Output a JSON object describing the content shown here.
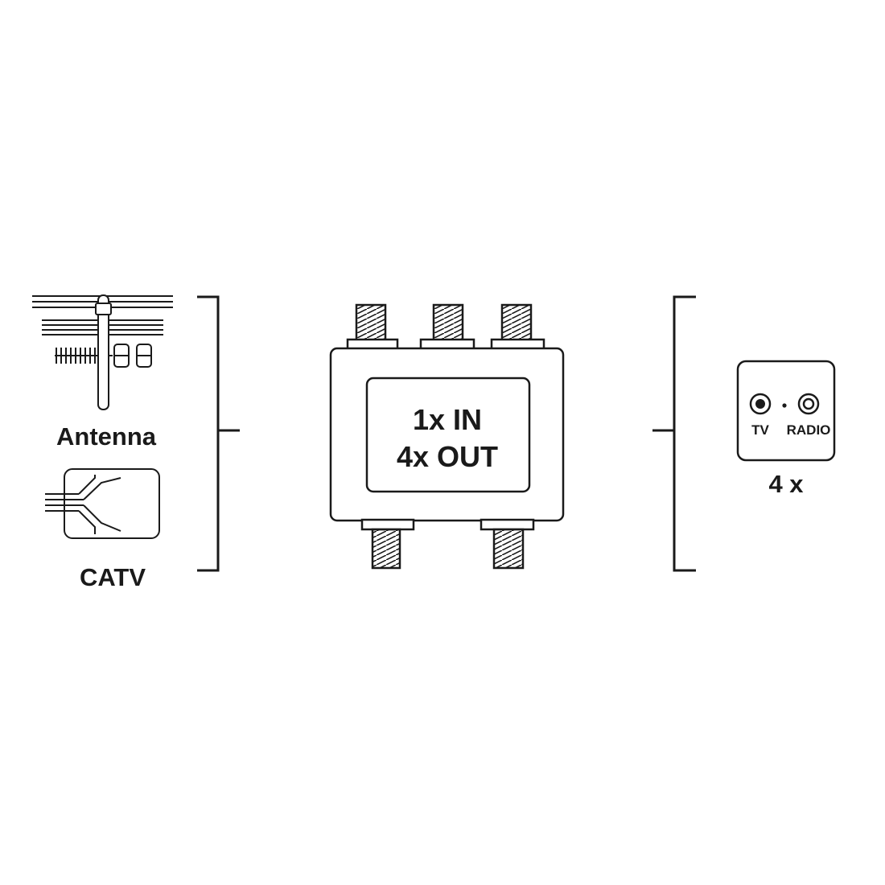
{
  "sources": {
    "antenna_label": "Antenna",
    "catv_label": "CATV"
  },
  "splitter": {
    "line1": "1x IN",
    "line2": "4x OUT"
  },
  "outlet": {
    "tv_label": "TV",
    "radio_label": "RADIO",
    "count_label": "4 x"
  },
  "colors": {
    "stroke": "#1a1a1a",
    "background": "#ffffff"
  }
}
